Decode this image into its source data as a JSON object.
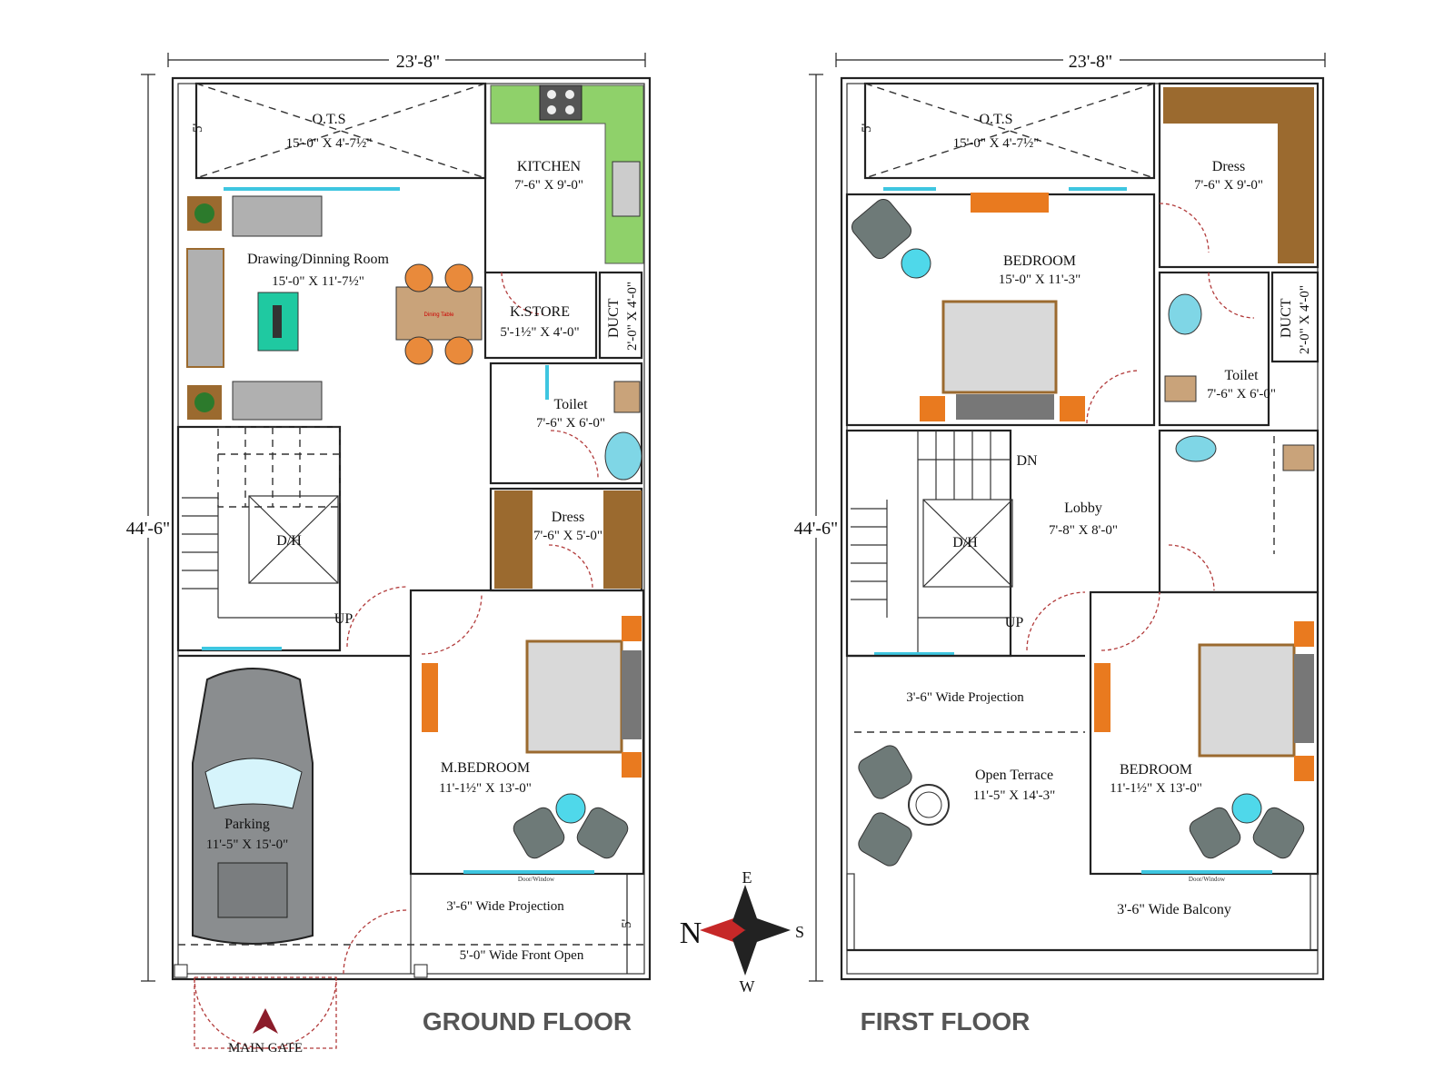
{
  "overall": {
    "width_ground": "23'-8\"",
    "width_first": "23'-8\"",
    "depth_ground": "44'-6\"",
    "depth_first": "44'-6\"",
    "ots_depth_g": "5'",
    "ots_depth_f": "5'"
  },
  "ground_floor": {
    "title": "GROUND FLOOR",
    "rooms": {
      "ots": {
        "name": "O.T.S",
        "dim": "15'-0\" X 4'-7½\""
      },
      "kitchen": {
        "name": "KITCHEN",
        "dim": "7'-6\" X 9'-0\""
      },
      "drawing": {
        "name": "Drawing/Dinning  Room",
        "dim": "15'-0\" X 11'-7½\""
      },
      "kstore": {
        "name": "K.STORE",
        "dim": "5'-1½\" X 4'-0\""
      },
      "duct": {
        "name": "DUCT",
        "dim": "2'-0\" X 4'-0\""
      },
      "toilet": {
        "name": "Toilet",
        "dim": "7'-6\" X 6'-0\""
      },
      "dress": {
        "name": "Dress",
        "dim": "7'-6\" X 5'-0\""
      },
      "dh": {
        "name": "D/H"
      },
      "up": {
        "name": "UP"
      },
      "mbed": {
        "name": "M.BEDROOM",
        "dim": "11'-1½\" X 13'-0\""
      },
      "parking": {
        "name": "Parking",
        "dim": "11'-5\" X 15'-0\""
      },
      "projection": {
        "name": "3'-6\" Wide Projection"
      },
      "front_open": {
        "name": "5'-0\" Wide Front Open"
      },
      "front_dim": "5'",
      "gate": {
        "name": "MAIN GATE"
      },
      "dining_table": "Dining Table",
      "door_window": "Door/Window"
    }
  },
  "first_floor": {
    "title": "FIRST FLOOR",
    "rooms": {
      "ots": {
        "name": "O.T.S",
        "dim": "15'-0\" X 4'-7½\""
      },
      "dress": {
        "name": "Dress",
        "dim": "7'-6\" X 9'-0\""
      },
      "bedroom1": {
        "name": "BEDROOM",
        "dim": "15'-0\" X 11'-3\""
      },
      "duct": {
        "name": "DUCT",
        "dim": "2'-0\" X 4'-0\""
      },
      "toilet": {
        "name": "Toilet",
        "dim": "7'-6\" X 6'-0\""
      },
      "dn": {
        "name": "DN"
      },
      "up": {
        "name": "UP"
      },
      "lobby": {
        "name": "Lobby",
        "dim": "7'-8\" X 8'-0\""
      },
      "dh": {
        "name": "D/H"
      },
      "projection": {
        "name": "3'-6\" Wide Projection"
      },
      "terrace": {
        "name": "Open Terrace",
        "dim": "11'-5\" X 14'-3\""
      },
      "bedroom2": {
        "name": "BEDROOM",
        "dim": "11'-1½\" X 13'-0\""
      },
      "balcony": {
        "name": "3'-6\" Wide Balcony"
      },
      "door_window": "Door/Window"
    }
  },
  "compass": {
    "n": "N",
    "s": "S",
    "e": "E",
    "w": "W"
  },
  "colors": {
    "wall": "#222222",
    "window": "#3ec6e0",
    "door": "#b23b3b",
    "wood": "#9b6a2f",
    "garden": "#8fd16a",
    "sofa": "#b0b0b0",
    "chair": "#6e7a78",
    "bed": "#d9d9d9",
    "car": "#8a8d8f",
    "dining_chair": "#e98a3b"
  }
}
